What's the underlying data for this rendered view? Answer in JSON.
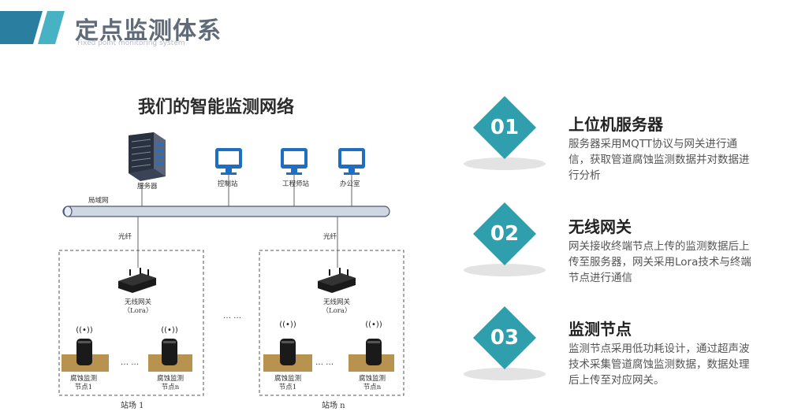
{
  "header": {
    "title": "定点监测体系",
    "subtitle": "Fixed point monitoring system",
    "bar_colors": [
      "#2a7fa0",
      "#46b2c4"
    ]
  },
  "network": {
    "title": "我们的智能监测网络",
    "top_nodes": [
      {
        "label": "服务器",
        "icon": "server-rack-icon"
      },
      {
        "label": "控制站",
        "icon": "monitor-icon"
      },
      {
        "label": "工程师站",
        "icon": "monitor-icon"
      },
      {
        "label": "办公室",
        "icon": "monitor-icon"
      }
    ],
    "lan_label": "局域网",
    "fiber_label": "光纤",
    "gateway_label": "无线网关",
    "gateway_sub": "（Lora）",
    "node_labels": [
      "腐蚀监测",
      "节点1",
      "腐蚀监测",
      "节点n"
    ],
    "ellipsis": "… …",
    "sites": [
      "站场 1",
      "站场 n"
    ]
  },
  "items": [
    {
      "num": "01",
      "title": "上位机服务器",
      "body": "服务器采用MQTT协议与网关进行通信，获取管道腐蚀监测数据并对数据进行分析"
    },
    {
      "num": "02",
      "title": "无线网关",
      "body": "网关接收终端节点上传的监测数据后上传至服务器，网关采用Lora技术与终端节点进行通信"
    },
    {
      "num": "03",
      "title": "监测节点",
      "body": "监测节点采用低功耗设计，通过超声波技术采集管道腐蚀监测数据，数据处理后上传至对应网关。"
    }
  ],
  "colors": {
    "accent": "#2f9fae",
    "monitor": "#1e6fc3",
    "pipe": "#cfd7e3",
    "plank": "#b8924f"
  }
}
